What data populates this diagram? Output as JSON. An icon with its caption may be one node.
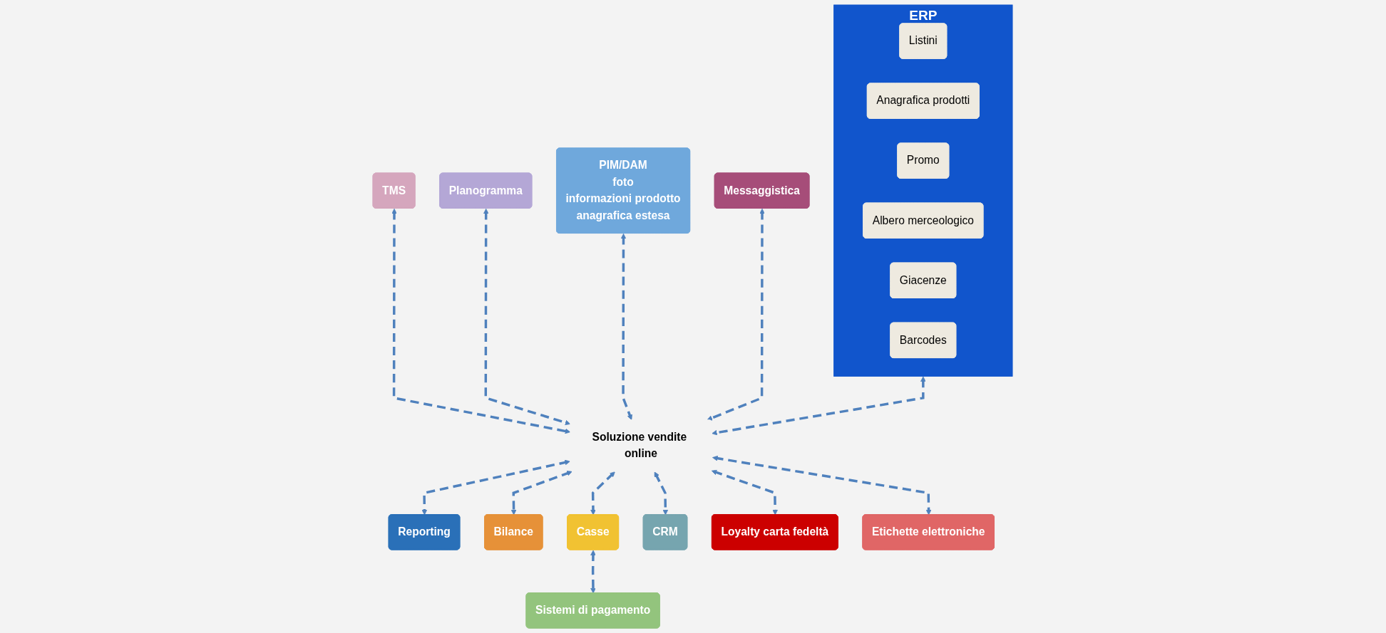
{
  "diagram": {
    "nodes": [
      {
        "text": [
          "ERP"
        ]
      },
      {
        "text": [
          "Listini"
        ],
        "in": 0
      },
      {
        "text": [
          "Anagrafica prodotti"
        ],
        "in": 0
      },
      {
        "text": [
          "Promo"
        ],
        "in": 0
      },
      {
        "text": [
          "Albero merceologico"
        ],
        "in": 0
      },
      {
        "text": [
          "Giacenze"
        ],
        "in": 0
      },
      {
        "text": [
          "Barcodes"
        ],
        "in": 0
      },
      {
        "text": [
          "TMS"
        ]
      },
      {
        "text": [
          "Planogramma"
        ]
      },
      {
        "text": [
          "PIM/DAM",
          "foto",
          "informazioni prodotto",
          "anagrafica estesa"
        ]
      },
      {
        "text": [
          "Soluzione vendite online"
        ]
      },
      {
        "text": [
          "Messaggistica"
        ]
      },
      {
        "text": [
          "Reporting"
        ]
      },
      {
        "text": [
          "Bilance"
        ]
      },
      {
        "text": [
          "Casse"
        ]
      },
      {
        "text": [
          "CRM"
        ]
      },
      {
        "text": [
          "Loyalty carta fedeltà"
        ]
      },
      {
        "text": [
          "Etichette elettroniche"
        ]
      },
      {
        "text": [
          "Sistemi di pagamento"
        ]
      }
    ],
    "edges": [
      {
        "from": 0,
        "to": 10,
        "arrow": "both",
        "style": "dashed"
      },
      {
        "from": 7,
        "to": 10,
        "arrow": "both",
        "style": "dashed"
      },
      {
        "from": 8,
        "to": 10,
        "arrow": "both",
        "style": "dashed"
      },
      {
        "from": 9,
        "to": 10,
        "arrow": "both",
        "style": "dashed"
      },
      {
        "from": 11,
        "to": 10,
        "arrow": "both",
        "style": "dashed"
      },
      {
        "from": 10,
        "to": 12,
        "arrow": "both",
        "style": "dashed"
      },
      {
        "from": 10,
        "to": 15,
        "arrow": "both",
        "style": "dashed"
      },
      {
        "from": 10,
        "to": 14,
        "arrow": "both",
        "style": "dashed"
      },
      {
        "from": 10,
        "to": 13,
        "arrow": "both",
        "style": "dashed"
      },
      {
        "from": 10,
        "to": 16,
        "arrow": "both",
        "style": "dashed"
      },
      {
        "from": 10,
        "to": 17,
        "arrow": "both",
        "style": "dashed"
      },
      {
        "from": 14,
        "to": 18,
        "arrow": "both",
        "style": "dashed"
      }
    ]
  }
}
